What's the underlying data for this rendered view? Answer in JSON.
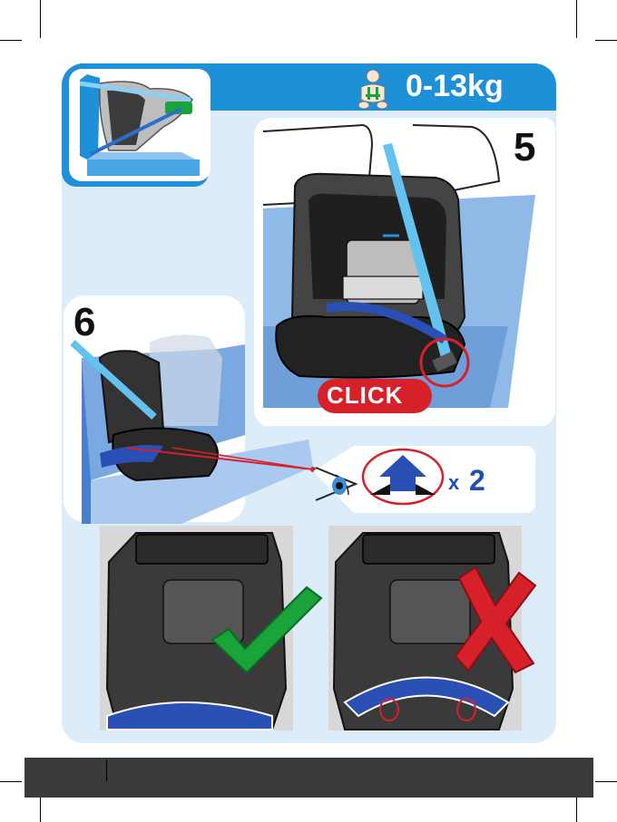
{
  "header": {
    "weight_range": "0-13kg"
  },
  "steps": [
    {
      "number": "5",
      "callout": "CLICK"
    },
    {
      "number": "6",
      "repeat_prefix": "x",
      "repeat_count": "2"
    }
  ],
  "icons": {
    "child_figure": "child-with-harness-icon",
    "eye": "eye-icon",
    "arrow_up": "arrow-up-icon",
    "check": "checkmark-icon",
    "cross": "cross-icon"
  },
  "colors": {
    "brand_blue": "#1e90d8",
    "panel_light_blue": "#dcecf9",
    "click_red": "#d6202a",
    "check_green": "#1aa33a",
    "cross_red": "#d6202a",
    "strap_blue": "#2a6fc9"
  }
}
